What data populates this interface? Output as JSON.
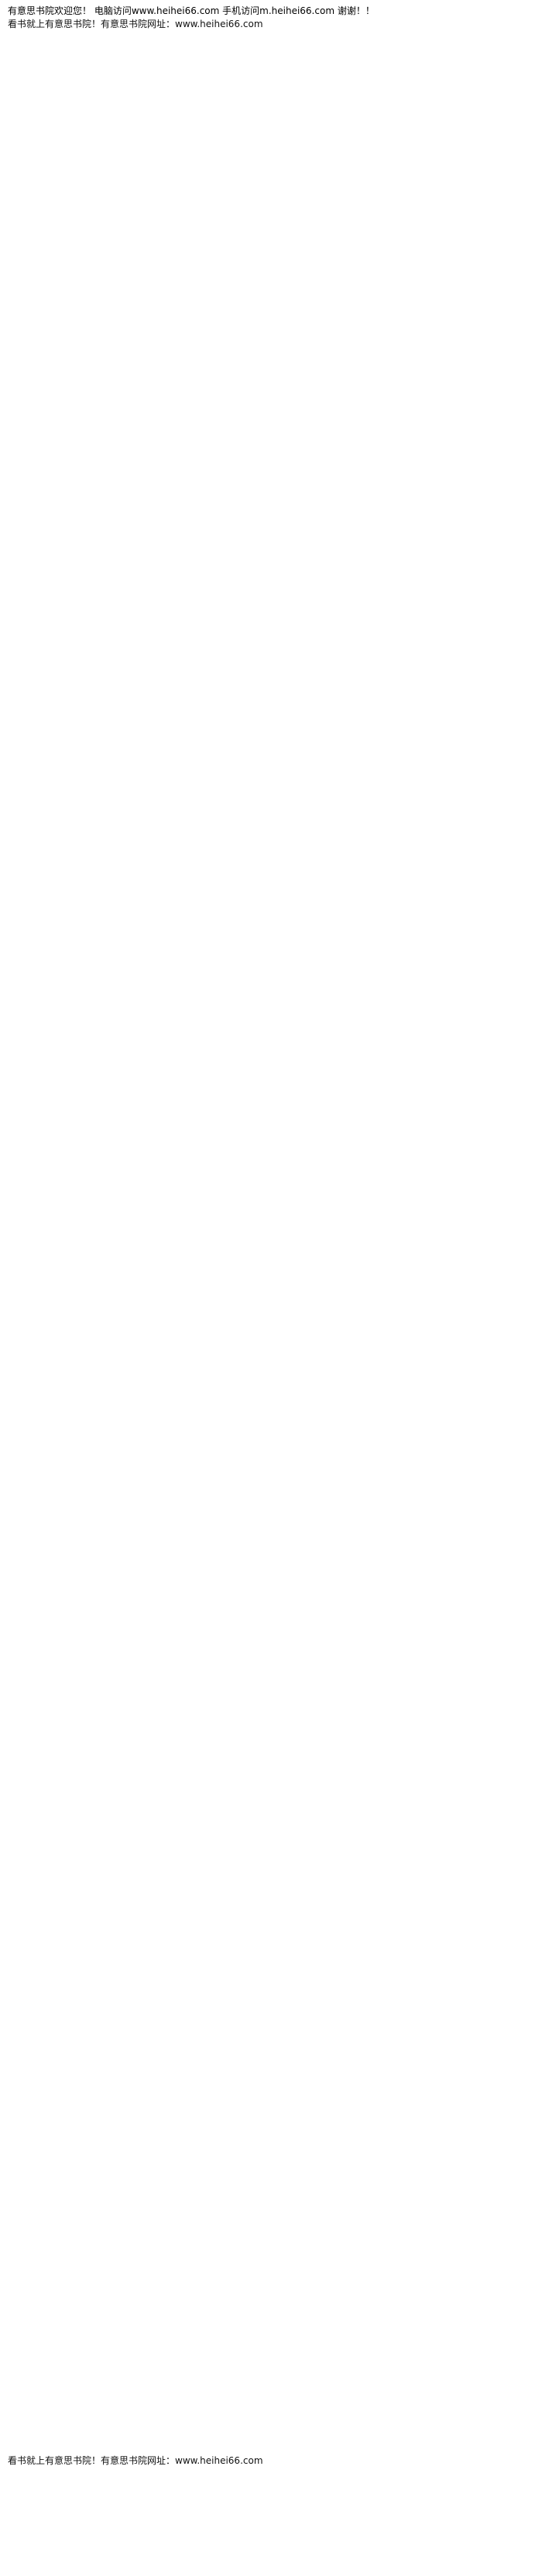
{
  "header": {
    "banner": "有意思书院欢迎您！ 电脑访问www.heihei66.com 手机访问m.heihei66.com 谢谢！！",
    "site_line": "看书就上有意思书院！有意思书院网址：www.heihei66.com"
  },
  "paragraphs": [
    {
      "text": "",
      "style": "normal"
    },
    {
      "text": "",
      "style": "normal"
    },
    {
      "text": "",
      "style": "short"
    },
    {
      "text": "",
      "style": "normal"
    },
    {
      "text": "",
      "style": "short"
    },
    {
      "text": "",
      "style": "short"
    },
    {
      "text": "",
      "style": "short"
    },
    {
      "text": "",
      "style": "normal"
    },
    {
      "text": "",
      "style": "normal"
    },
    {
      "text": "",
      "style": "normal"
    },
    {
      "text": "",
      "style": "normal"
    },
    {
      "text": "",
      "style": "normal"
    },
    {
      "text": "",
      "style": "normal"
    },
    {
      "text": "",
      "style": "short"
    },
    {
      "text": "",
      "style": "normal"
    },
    {
      "text": "",
      "style": "normal"
    },
    {
      "text": "",
      "style": "normal"
    },
    {
      "text": "",
      "style": "normal"
    },
    {
      "text": "",
      "style": "normal"
    },
    {
      "text": "",
      "style": "normal"
    },
    {
      "text": "",
      "style": "normal"
    },
    {
      "text": "",
      "style": "underlined"
    },
    {
      "text": "",
      "style": "normal"
    },
    {
      "text": "",
      "style": "normal"
    },
    {
      "text": "",
      "style": "underlined"
    },
    {
      "text": "",
      "style": "short"
    },
    {
      "text": "",
      "style": "normal"
    },
    {
      "text": "",
      "style": "normal"
    },
    {
      "text": "",
      "style": "short"
    },
    {
      "text": "",
      "style": "normal"
    },
    {
      "text": "",
      "style": "normal"
    },
    {
      "text": "",
      "style": "normal"
    },
    {
      "text": "",
      "style": "normal"
    },
    {
      "text": "",
      "style": "normal"
    }
  ],
  "footer": {
    "site_line": "看书就上有意思书院！有意思书院网址：www.heihei66.com",
    "bottom_note": ""
  }
}
